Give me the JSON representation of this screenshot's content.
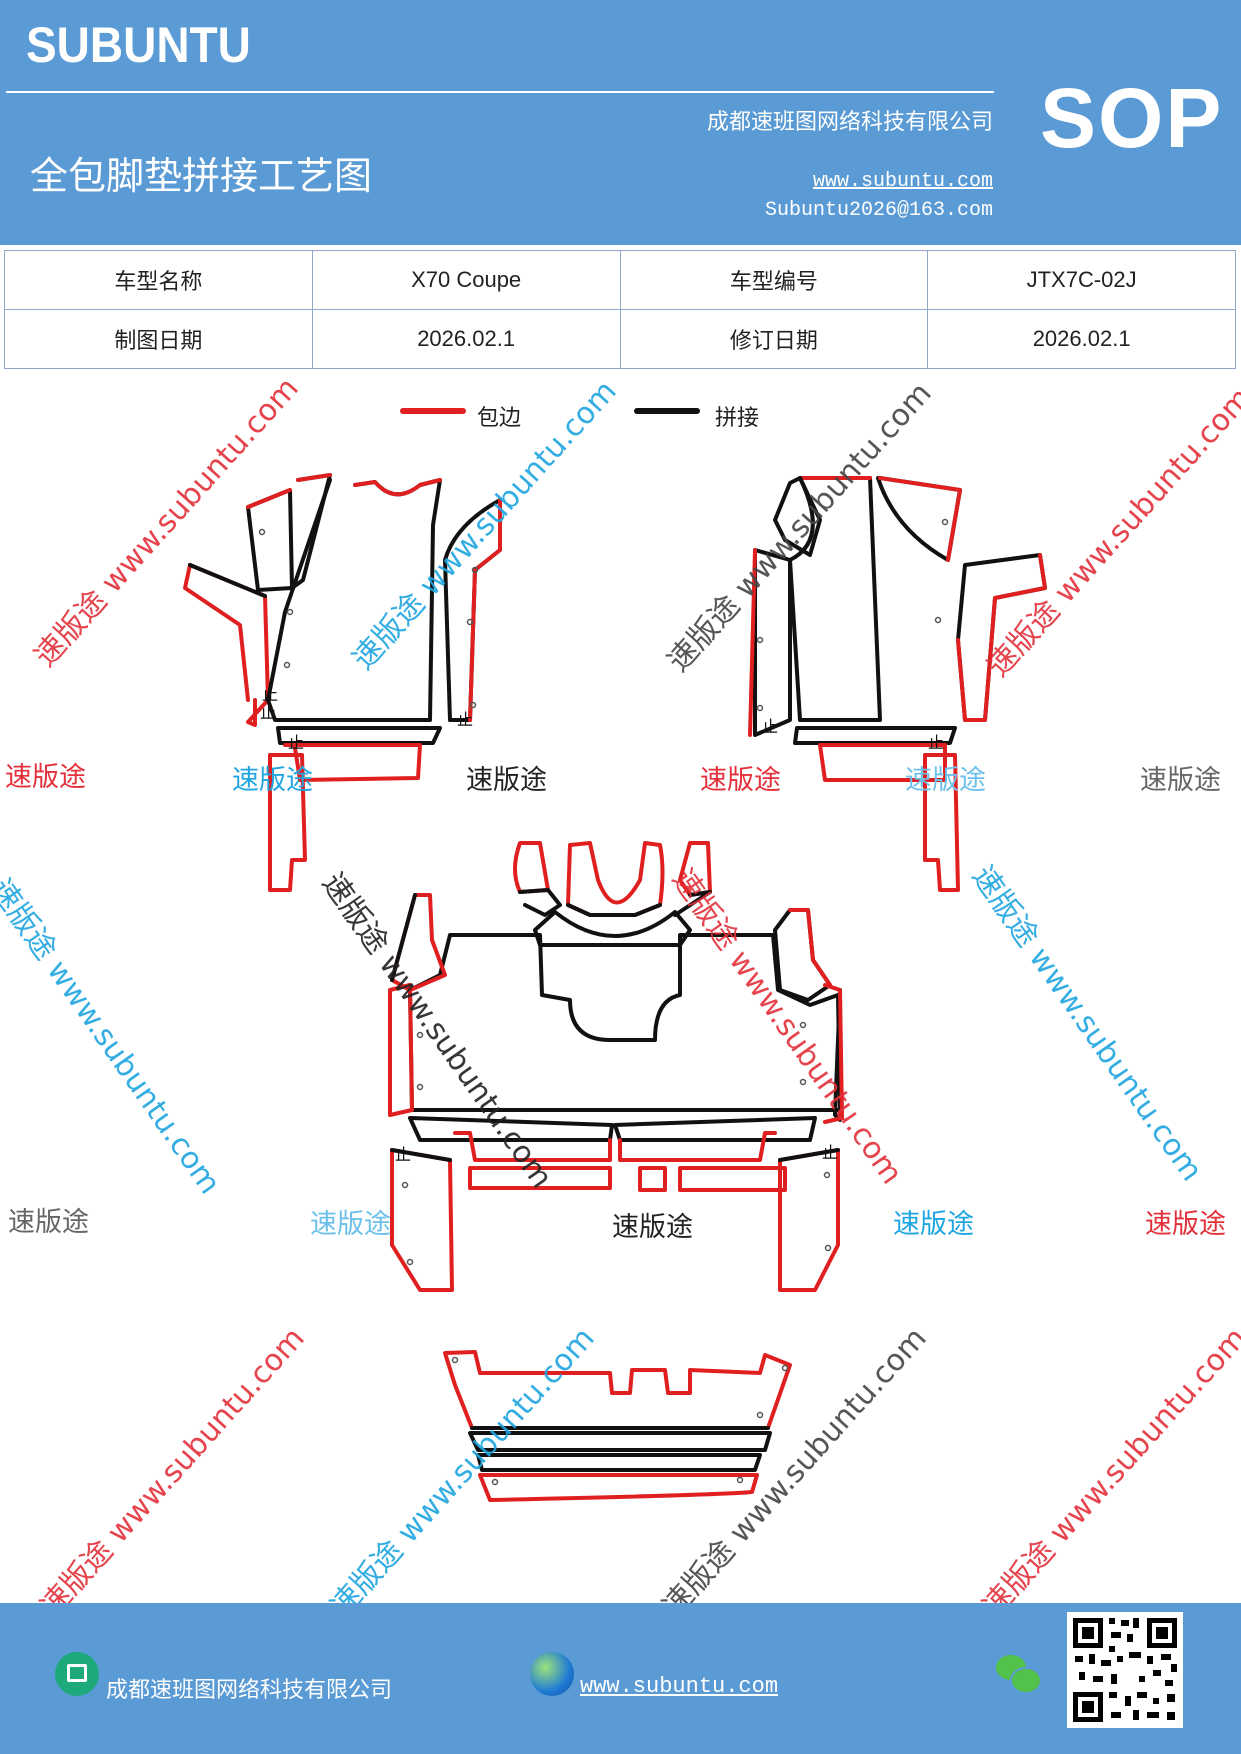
{
  "header": {
    "brand": "SUBUNTU",
    "company": "成都速班图网络科技有限公司",
    "title": "全包脚垫拼接工艺图",
    "url": "www.subuntu.com",
    "email": "Subuntu2026@163.com",
    "badge": "SOP",
    "background_color": "#5b9bd5"
  },
  "info_table": {
    "row1": {
      "label1": "车型名称",
      "value1": "X70 Coupe",
      "label2": "车型编号",
      "value2": "JTX7C-02J"
    },
    "row2": {
      "label1": "制图日期",
      "value1": "2026.02.1",
      "label2": "修订日期",
      "value2": "2026.02.1"
    }
  },
  "legend": {
    "red_label": "包边",
    "red_color": "#e02020",
    "black_label": "拼接",
    "black_color": "#111111"
  },
  "joint_mark": "止",
  "watermarks": {
    "brand_cn": "速版途",
    "site": "速版途 www.subuntu.com",
    "colors": [
      "#e3303a",
      "#1fa5e0",
      "#444444"
    ]
  },
  "footer": {
    "company": "成都速班图网络科技有限公司",
    "url": "www.subuntu.com",
    "icons": [
      "company-icon",
      "globe-icon",
      "wechat-icon",
      "qr-code"
    ]
  }
}
